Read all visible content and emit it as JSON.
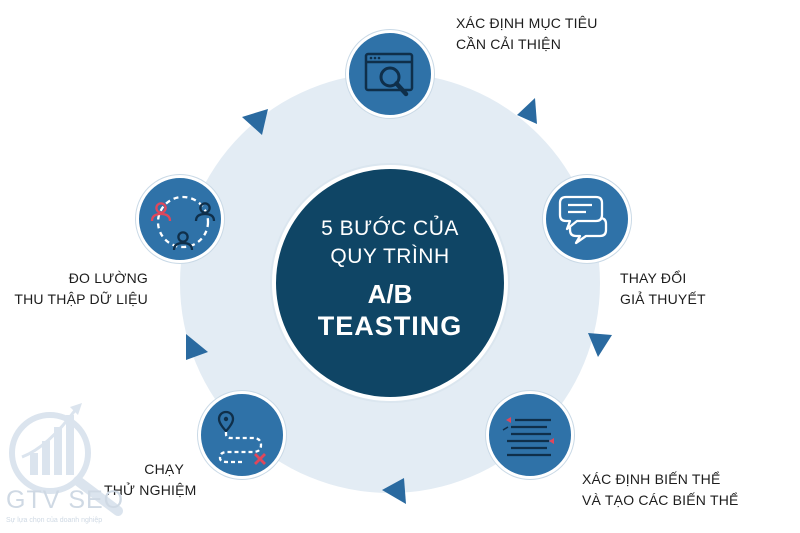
{
  "center": {
    "line1": "5 BƯỚC CỦA",
    "line2": "QUY TRÌNH",
    "line3": "A/B",
    "line4": "TEASTING"
  },
  "steps": [
    {
      "icon": "browser-search-icon",
      "lines": [
        "XÁC ĐỊNH MỤC TIÊU",
        "CẦN CẢI THIỆN"
      ]
    },
    {
      "icon": "chat-bubbles-icon",
      "lines": [
        "THAY ĐỔI",
        "GIẢ THUYẾT"
      ]
    },
    {
      "icon": "text-variants-icon",
      "lines": [
        "XÁC ĐỊNH BIẾN THỂ",
        "VÀ TẠO CÁC BIẾN THỂ"
      ]
    },
    {
      "icon": "route-map-icon",
      "lines": [
        "CHẠY",
        "THỬ NGHIỆM"
      ]
    },
    {
      "icon": "users-network-icon",
      "lines": [
        "ĐO LƯỜNG",
        "THU THẬP DỮ LIỆU"
      ]
    }
  ],
  "logo": {
    "name": "GTV SEO",
    "tagline": "Sự lựa chọn của doanh nghiệp"
  },
  "colors": {
    "center": "#0f4565",
    "node": "#2f72a8",
    "ring": "#e3ecf4",
    "arrow": "#2a6aa0",
    "accent": "#e0475b"
  }
}
